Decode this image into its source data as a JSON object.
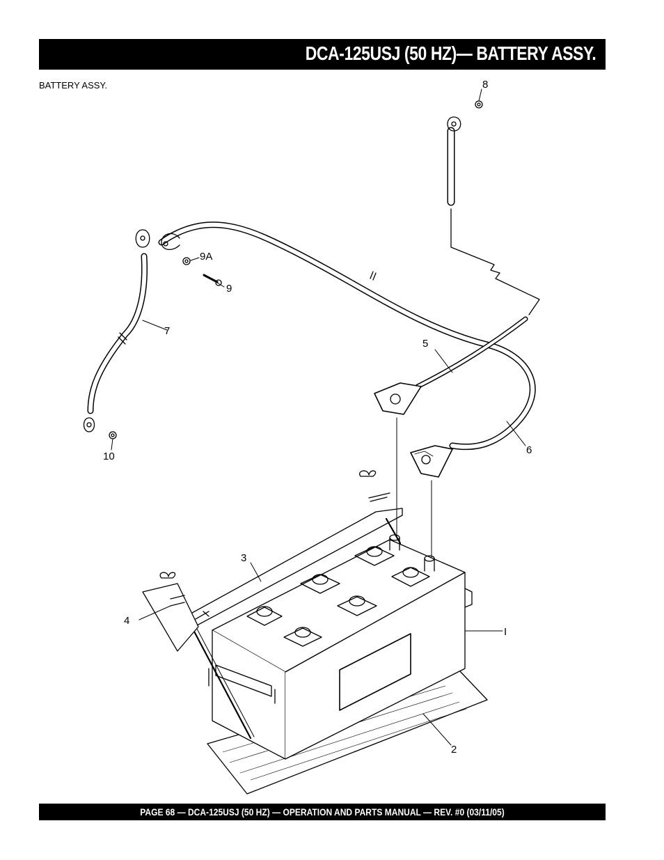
{
  "header": {
    "title": "DCA-125USJ (50 HZ)— BATTERY ASSY."
  },
  "section_label": "BATTERY ASSY.",
  "callouts": {
    "c1": "I",
    "c2": "2",
    "c3": "3",
    "c4": "4",
    "c5": "5",
    "c6": "6",
    "c7": "7",
    "c8": "8",
    "c9": "9",
    "c9a": "9A",
    "c10": "10"
  },
  "footer": {
    "text": "PAGE 68 — DCA-125USJ (50 HZ) —  OPERATION AND PARTS  MANUAL — REV. #0  (03/11/05)"
  }
}
